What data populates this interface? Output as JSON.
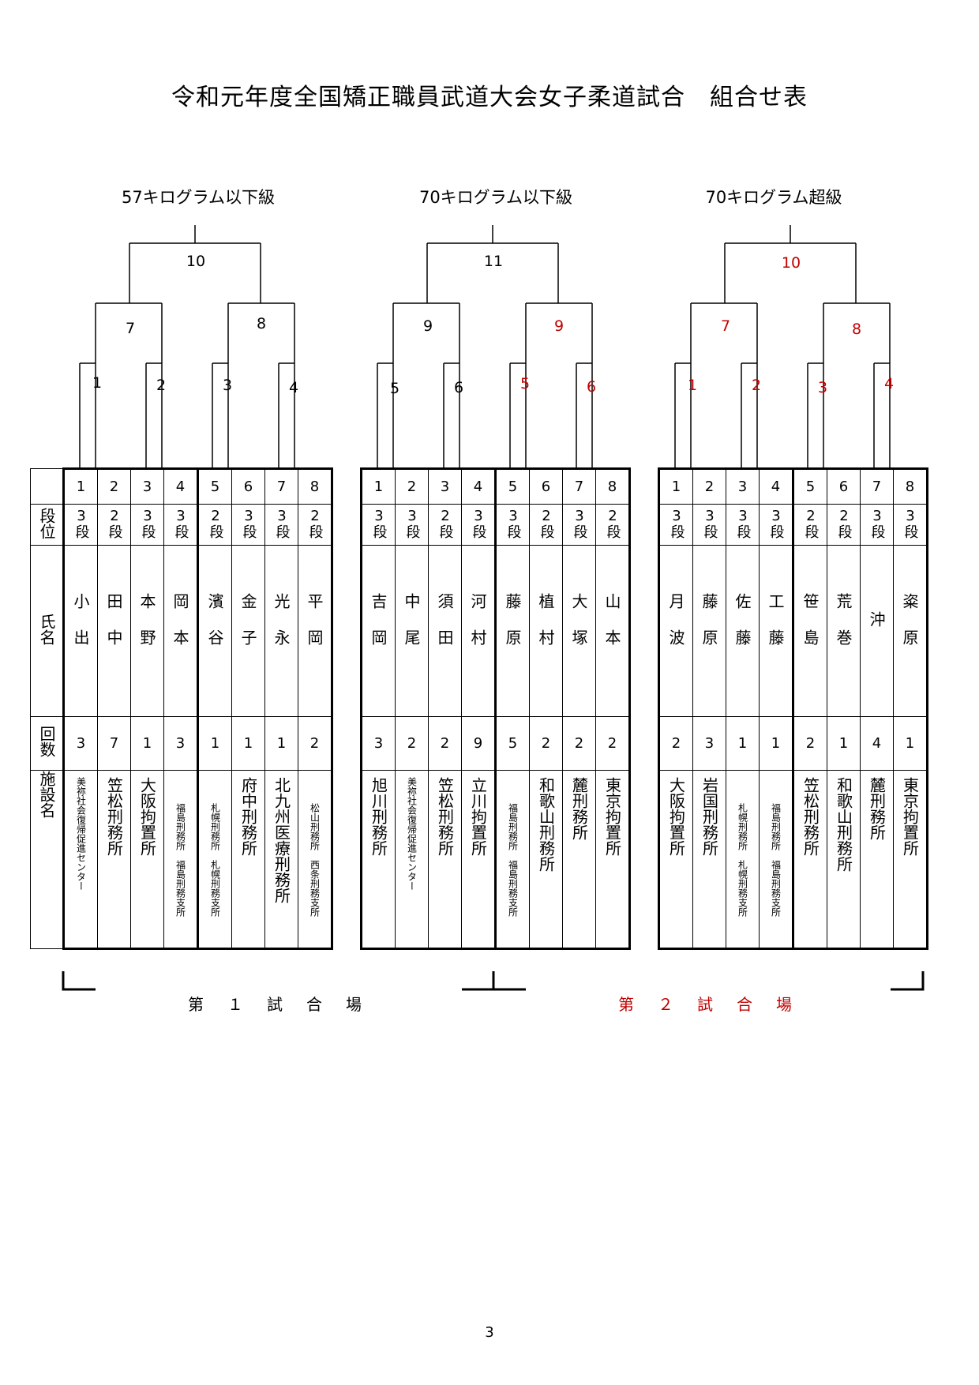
{
  "title": "令和元年度全国矯正職員武道大会女子柔道試合　組合せ表",
  "row_labels": {
    "number": "",
    "rank": "段位",
    "name": "氏名",
    "count": "回数",
    "facility": "施設名"
  },
  "divisions": [
    {
      "name": "57キログラム以下級",
      "matches": {
        "final": "10",
        "semi_left": "7",
        "semi_right": "8",
        "r1": [
          "1",
          "2",
          "3",
          "4"
        ]
      },
      "match_colors": {
        "final": "#000000",
        "semi_left": "#000000",
        "semi_right": "#000000",
        "r1": "#000000"
      },
      "players": [
        {
          "no": "1",
          "rank": "3段",
          "name": "小出",
          "count": "3",
          "facility": "美祢社会復帰促進センター",
          "fsize": "s"
        },
        {
          "no": "2",
          "rank": "2段",
          "name": "田中",
          "count": "7",
          "facility": "笠松刑務所",
          "fsize": "l"
        },
        {
          "no": "3",
          "rank": "3段",
          "name": "本野",
          "count": "1",
          "facility": "大阪拘置所",
          "fsize": "l"
        },
        {
          "no": "4",
          "rank": "3段",
          "name": "岡本",
          "count": "3",
          "facility": "福島刑務所　福島刑務支所",
          "fsize": "s2"
        },
        {
          "no": "5",
          "rank": "2段",
          "name": "濱谷",
          "count": "1",
          "facility": "札幌刑務所　札幌刑務支所",
          "fsize": "s2"
        },
        {
          "no": "6",
          "rank": "3段",
          "name": "金子",
          "count": "1",
          "facility": "府中刑務所",
          "fsize": "l"
        },
        {
          "no": "7",
          "rank": "3段",
          "name": "光永",
          "count": "1",
          "facility": "北九州医療刑務所",
          "fsize": "l"
        },
        {
          "no": "8",
          "rank": "2段",
          "name": "平岡",
          "count": "2",
          "facility": "松山刑務所　西条刑務支所",
          "fsize": "s2"
        }
      ]
    },
    {
      "name": "70キログラム以下級",
      "matches": {
        "final": "11",
        "semi_left": "9",
        "semi_right": "9",
        "r1": [
          "5",
          "6",
          "5",
          "6"
        ]
      },
      "match_colors": {
        "final": "#000000",
        "semi_left": "#000000",
        "semi_right": "#c00000",
        "r1": "mixed"
      },
      "players": [
        {
          "no": "1",
          "rank": "3段",
          "name": "吉岡",
          "count": "3",
          "facility": "旭川刑務所",
          "fsize": "l"
        },
        {
          "no": "2",
          "rank": "3段",
          "name": "中尾",
          "count": "2",
          "facility": "美祢社会復帰促進センター",
          "fsize": "s"
        },
        {
          "no": "3",
          "rank": "2段",
          "name": "須田",
          "count": "2",
          "facility": "笠松刑務所",
          "fsize": "l"
        },
        {
          "no": "4",
          "rank": "3段",
          "name": "河村",
          "count": "9",
          "facility": "立川拘置所",
          "fsize": "l"
        },
        {
          "no": "5",
          "rank": "3段",
          "name": "藤原",
          "count": "5",
          "facility": "福島刑務所　福島刑務支所",
          "fsize": "s2"
        },
        {
          "no": "6",
          "rank": "2段",
          "name": "植村",
          "count": "2",
          "facility": "和歌山刑務所",
          "fsize": "l"
        },
        {
          "no": "7",
          "rank": "3段",
          "name": "大塚",
          "count": "2",
          "facility": "麓刑務所",
          "fsize": "l"
        },
        {
          "no": "8",
          "rank": "2段",
          "name": "山本",
          "count": "2",
          "facility": "東京拘置所",
          "fsize": "l"
        }
      ]
    },
    {
      "name": "70キログラム超級",
      "matches": {
        "final": "10",
        "semi_left": "7",
        "semi_right": "8",
        "r1": [
          "1",
          "2",
          "3",
          "4"
        ]
      },
      "match_colors": {
        "final": "#c00000",
        "semi_left": "#c00000",
        "semi_right": "#c00000",
        "r1": "#c00000"
      },
      "players": [
        {
          "no": "1",
          "rank": "3段",
          "name": "月波",
          "count": "2",
          "facility": "大阪拘置所",
          "fsize": "l"
        },
        {
          "no": "2",
          "rank": "3段",
          "name": "藤原",
          "count": "3",
          "facility": "岩国刑務所",
          "fsize": "l"
        },
        {
          "no": "3",
          "rank": "3段",
          "name": "佐藤",
          "count": "1",
          "facility": "札幌刑務所　札幌刑務支所",
          "fsize": "s2"
        },
        {
          "no": "4",
          "rank": "3段",
          "name": "工藤",
          "count": "1",
          "facility": "福島刑務所　福島刑務支所",
          "fsize": "s2"
        },
        {
          "no": "5",
          "rank": "2段",
          "name": "笹島",
          "count": "2",
          "facility": "笠松刑務所",
          "fsize": "l"
        },
        {
          "no": "6",
          "rank": "2段",
          "name": "荒巻",
          "count": "1",
          "facility": "和歌山刑務所",
          "fsize": "l"
        },
        {
          "no": "7",
          "rank": "3段",
          "name": "沖",
          "count": "4",
          "facility": "麓刑務所",
          "fsize": "l"
        },
        {
          "no": "8",
          "rank": "3段",
          "name": "粢原",
          "count": "1",
          "facility": "東京拘置所",
          "fsize": "l"
        }
      ]
    }
  ],
  "arenas": [
    {
      "label": "第１試合場",
      "color": "#000000"
    },
    {
      "label": "第２試合場",
      "color": "#c00000"
    }
  ],
  "page_number": "3"
}
